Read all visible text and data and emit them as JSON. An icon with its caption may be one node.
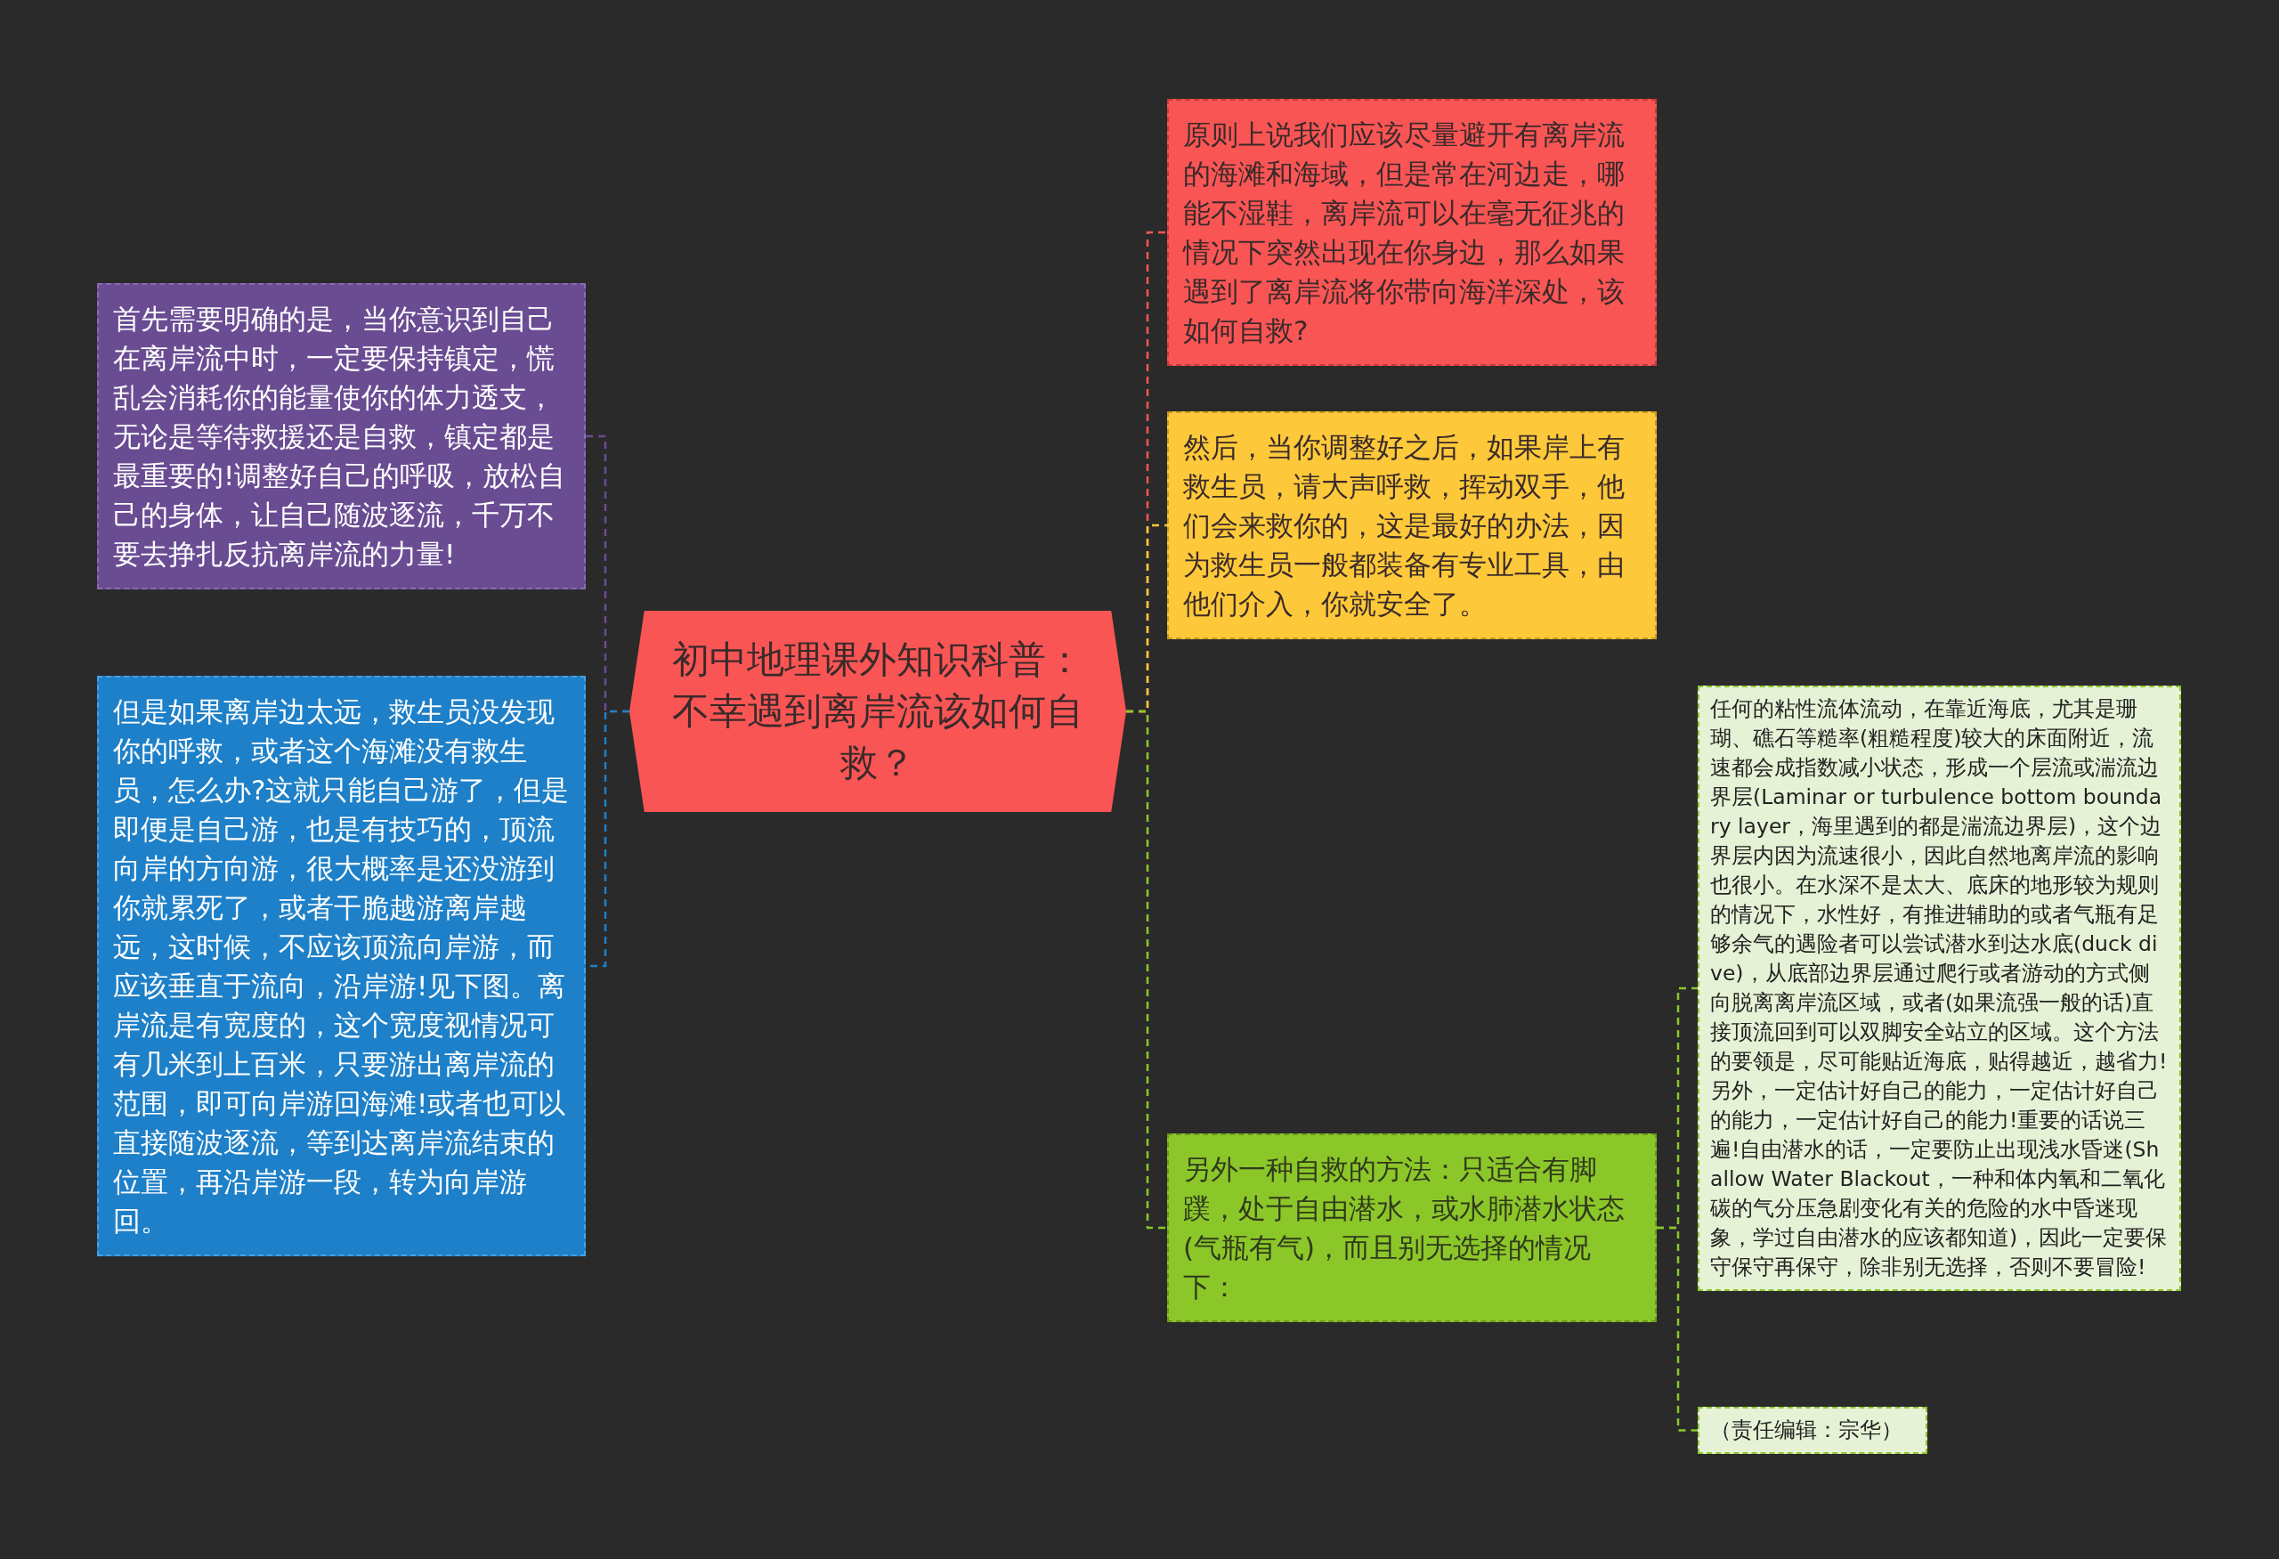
{
  "diagram": {
    "nodes": [
      {
        "text": [
          "初中地理课外知识科普：不幸遇到离岸流该如何自救？"
        ]
      },
      {
        "text": [
          "首先需要明确的是，当你意识到自己在离岸流中时，一定要保持镇定，慌乱会消耗你的能量使你的体力透支，无论是等待救援还是自救，镇定都是最重要的!调整好自己的呼吸，放松自己的身体，让自己随波逐流，千万不要去挣扎反抗离岸流的力量!"
        ]
      },
      {
        "text": [
          "但是如果离岸边太远，救生员没发现你的呼救，或者这个海滩没有救生员，怎么办?这就只能自己游了，但是即便是自己游，也是有技巧的，顶流向岸的方向游，很大概率是还没游到你就累死了，或者干脆越游离岸越远，这时候，不应该顶流向岸游，而应该垂直于流向，沿岸游!见下图。离岸流是有宽度的，这个宽度视情况可有几米到上百米，只要游出离岸流的范围，即可向岸游回海滩!或者也可以直接随波逐流，等到达离岸流结束的位置，再沿岸游一段，转为向岸游回。"
        ]
      },
      {
        "text": [
          "原则上说我们应该尽量避开有离岸流的海滩和海域，但是常在河边走，哪能不湿鞋，离岸流可以在毫无征兆的情况下突然出现在你身边，那么如果遇到了离岸流将你带向海洋深处，该如何自救?"
        ]
      },
      {
        "text": [
          "然后，当你调整好之后，如果岸上有救生员，请大声呼救，挥动双手，他们会来救你的，这是最好的办法，因为救生员一般都装备有专业工具，由他们介入，你就安全了。"
        ]
      },
      {
        "text": [
          "另外一种自救的方法：只适合有脚蹼，处于自由潜水，或水肺潜水状态(气瓶有气)，而且别无选择的情况下："
        ]
      },
      {
        "text": [
          "任何的粘性流体流动，在靠近海底，尤其是珊瑚、礁石等糙率(粗糙程度)较大的床面附近，流速都会成指数减小状态，形成一个层流或湍流边界层(Laminar or turbulence bottom boundary layer，海里遇到的都是湍流边界层)，这个边界层内因为流速很小，因此自然地离岸流的影响也很小。在水深不是太大、底床的地形较为规则的情况下，水性好，有推进辅助的或者气瓶有足够余气的遇险者可以尝试潜水到达水底(duck dive)，从底部边界层通过爬行或者游动的方式侧向脱离离岸流区域，或者(如果流强一般的话)直接顶流回到可以双脚安全站立的区域。这个方法的要领是，尽可能贴近海底，贴得越近，越省力!另外，一定估计好自己的能力，一定估计好自己的能力，一定估计好自己的能力!重要的话说三遍!自由潜水的话，一定要防止出现浅水昏迷(Shallow Water Blackout，一种和体内氧和二氧化碳的气分压急剧变化有关的危险的水中昏迷现象，学过自由潜水的应该都知道)，因此一定要保守保守再保守，除非别无选择，否则不要冒险!"
        ]
      },
      {
        "text": [
          "（责任编辑：宗华）"
        ]
      }
    ],
    "edges": [
      {
        "from": 0,
        "to": 1,
        "arrow": "none",
        "style": "dashed",
        "color": "#6a4c93"
      },
      {
        "from": 0,
        "to": 2,
        "arrow": "none",
        "style": "dashed",
        "color": "#1e80c8"
      },
      {
        "from": 0,
        "to": 3,
        "arrow": "none",
        "style": "dashed",
        "color": "#fa5555"
      },
      {
        "from": 0,
        "to": 4,
        "arrow": "none",
        "style": "dashed",
        "color": "#fdc93a"
      },
      {
        "from": 0,
        "to": 5,
        "arrow": "none",
        "style": "dashed",
        "color": "#8cc72a"
      },
      {
        "from": 5,
        "to": 6,
        "arrow": "none",
        "style": "dashed",
        "color": "#8cc72a"
      },
      {
        "from": 5,
        "to": 7,
        "arrow": "none",
        "style": "dashed",
        "color": "#8cc72a"
      }
    ]
  }
}
